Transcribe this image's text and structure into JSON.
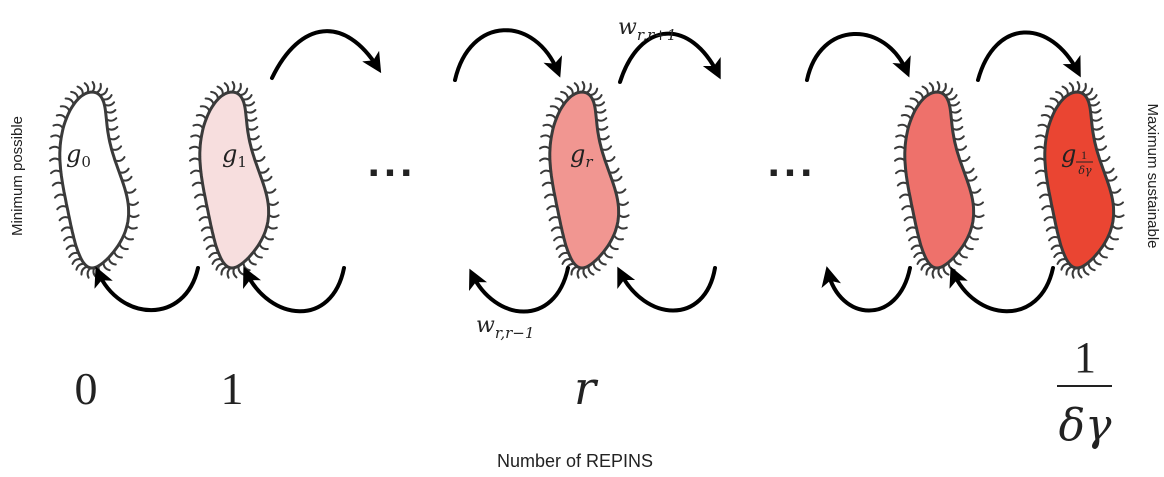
{
  "side_labels": {
    "left": "Minimum possible",
    "right": "Maximum sustainable"
  },
  "x_axis_label": "Number of REPINS",
  "ellipsis": "...",
  "cells": [
    {
      "name": "g0",
      "label_main": "g",
      "label_sub": "0",
      "color": "#ffffff"
    },
    {
      "name": "g1",
      "label_main": "g",
      "label_sub": "1",
      "color": "#f7dede"
    },
    {
      "name": "gr",
      "label_main": "g",
      "label_sub": "r",
      "color": "#f19691"
    },
    {
      "name": "gmid",
      "label_main": "",
      "label_sub": "",
      "color": "#ee716b"
    },
    {
      "name": "gmax",
      "label_main": "g",
      "label_sub_num": "1",
      "label_sub_den": "δγ",
      "color": "#ea4532"
    }
  ],
  "rates": {
    "forward": {
      "main": "w",
      "sub": "r,r+1"
    },
    "backward": {
      "main": "w",
      "sub": "r,r−1"
    }
  },
  "axis_ticks": {
    "zero": "0",
    "one": "1",
    "r": "r",
    "max_num": "1",
    "max_den": "δγ"
  }
}
